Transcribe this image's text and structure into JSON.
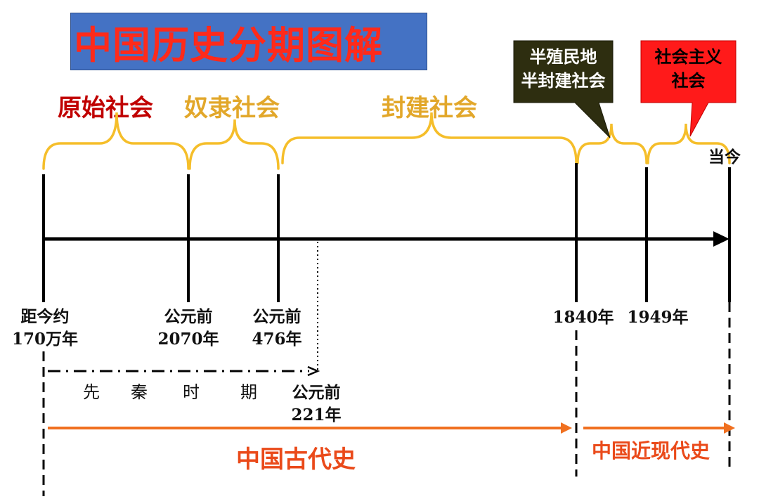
{
  "title": "中国历史分期图解",
  "eras": {
    "primitive": "原始社会",
    "slave": "奴隶社会",
    "feudal": "封建社会"
  },
  "callouts": {
    "semi_colonial": [
      "半殖民地",
      "半封建社会"
    ],
    "socialist": [
      "社会主义",
      "社会"
    ]
  },
  "timeline": {
    "now_label": "当今",
    "markers": [
      {
        "line1": "距今约",
        "line2": "170万年"
      },
      {
        "line1": "公元前",
        "line2": "2070年"
      },
      {
        "line1": "公元前",
        "line2": "476年"
      },
      {
        "line1": "1840年",
        "line2": ""
      },
      {
        "line1": "1949年",
        "line2": ""
      },
      {
        "line1": "公元前",
        "line2": "221年"
      }
    ],
    "xianqin_chars": [
      "先",
      "秦",
      "时",
      "期"
    ]
  },
  "sections": {
    "ancient": "中国古代史",
    "modern": "中国近现代史"
  },
  "colors": {
    "title_bg": "#4472C4",
    "title_text": "#FF2A1A",
    "brace": "#F5BE2A",
    "era_red": "#C00000",
    "era_gold": "#E2A72A",
    "semi_colonial_box": "#2E2E10",
    "socialist_box": "#FF1A1A",
    "arrow_orange": "#F07020"
  }
}
